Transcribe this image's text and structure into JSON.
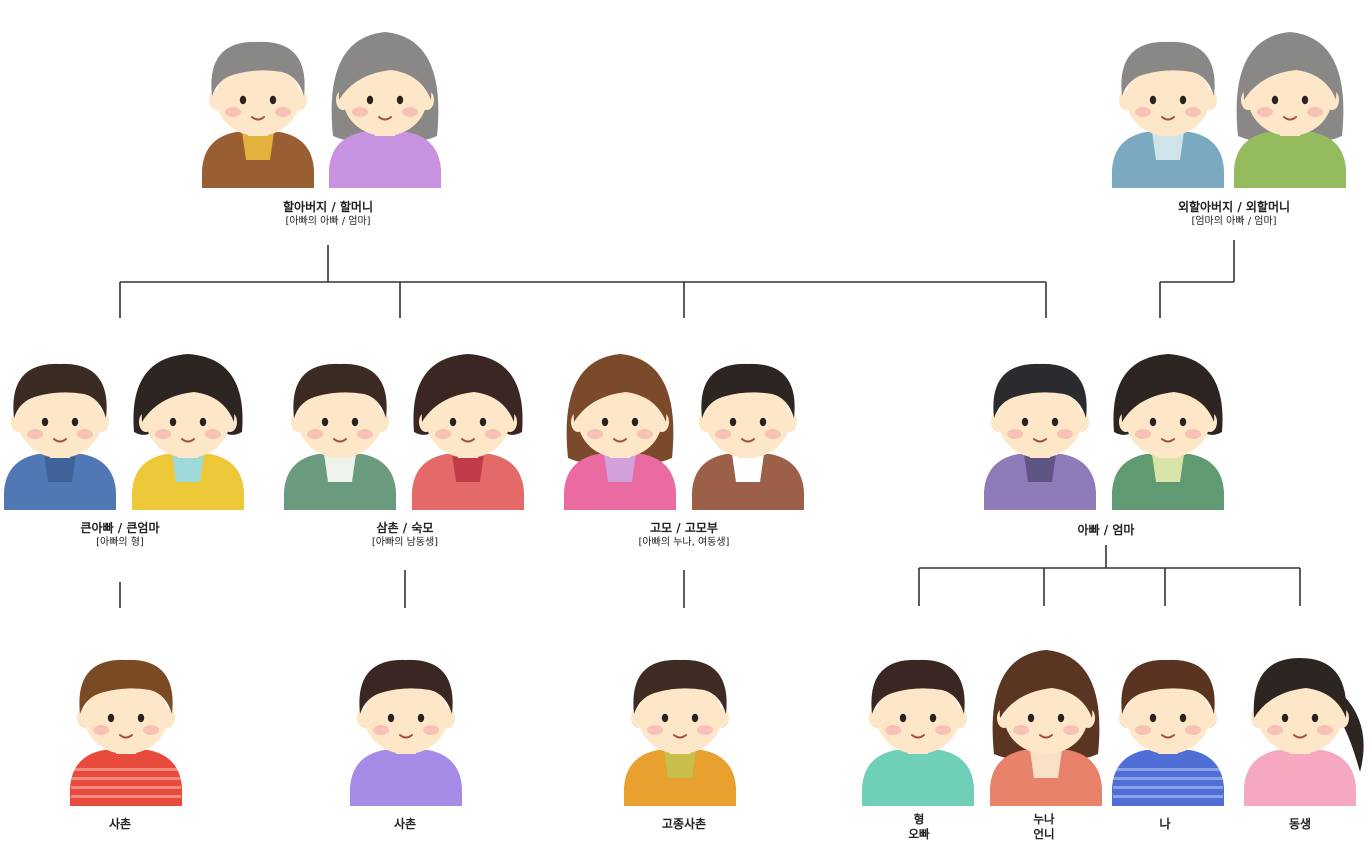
{
  "palette": {
    "skin": "#fde7c8",
    "cheek": "#f6b8b0",
    "eye": "#2a2220",
    "line": "#333333"
  },
  "people": [
    {
      "id": "grandfather",
      "hair": "#8a8886",
      "shirt": "#9a5e34",
      "collar": "#e2b23c",
      "style": "short"
    },
    {
      "id": "grandmother",
      "hair": "#8a8886",
      "shirt": "#c793e0",
      "collar": null,
      "style": "long"
    },
    {
      "id": "maternal-grandfather",
      "hair": "#8a8886",
      "shirt": "#7aa9c0",
      "collar": "#cfe3ea",
      "style": "short"
    },
    {
      "id": "maternal-grandmother",
      "hair": "#8a8886",
      "shirt": "#94bb5e",
      "collar": null,
      "style": "long"
    },
    {
      "id": "big-uncle",
      "hair": "#3a2a22",
      "shirt": "#4f78b5",
      "collar": "#3f629a",
      "style": "short"
    },
    {
      "id": "big-aunt",
      "hair": "#2c2522",
      "shirt": "#edc93a",
      "collar": "#9fd9d9",
      "style": "bob"
    },
    {
      "id": "uncle",
      "hair": "#3a2a22",
      "shirt": "#6a9b7e",
      "collar": "#eef2ec",
      "style": "short"
    },
    {
      "id": "aunt-by-marriage",
      "hair": "#3a2622",
      "shirt": "#e46a6a",
      "collar": "#c23b48",
      "style": "bob"
    },
    {
      "id": "paternal-aunt",
      "hair": "#7a4a2a",
      "shirt": "#ea6aa2",
      "collar": "#d3a0dc",
      "style": "long"
    },
    {
      "id": "paternal-aunt-husband",
      "hair": "#2c2522",
      "shirt": "#9c6048",
      "collar": "#ffffff",
      "style": "short"
    },
    {
      "id": "father",
      "hair": "#2b2b2f",
      "shirt": "#8f7bb8",
      "collar": "#5e5582",
      "style": "short"
    },
    {
      "id": "mother",
      "hair": "#2c2522",
      "shirt": "#5f9a72",
      "collar": "#d8e4a8",
      "style": "bob"
    },
    {
      "id": "cousin-1",
      "hair": "#7a4a24",
      "shirt": "#e84a3c",
      "collar": null,
      "style": "kid",
      "stripes": true
    },
    {
      "id": "cousin-2",
      "hair": "#3a2622",
      "shirt": "#a58ae6",
      "collar": null,
      "style": "kid"
    },
    {
      "id": "cousin-3",
      "hair": "#3e2b22",
      "shirt": "#e8a02e",
      "collar": "#c7bf4a",
      "style": "kid"
    },
    {
      "id": "older-brother",
      "hair": "#3a2622",
      "shirt": "#6fcfb8",
      "collar": null,
      "style": "kid"
    },
    {
      "id": "older-sister",
      "hair": "#5a3622",
      "shirt": "#e8826a",
      "collar": "#fbe0c8",
      "style": "long"
    },
    {
      "id": "me",
      "hair": "#5a3420",
      "shirt": "#4f6fd6",
      "collar": null,
      "style": "kid",
      "stripes": true
    },
    {
      "id": "younger-sibling",
      "hair": "#2c2522",
      "shirt": "#f6a8c0",
      "collar": null,
      "style": "ponytail"
    }
  ],
  "labels": {
    "grandparents": {
      "main": "할아버지 / 할머니",
      "sub": "[아빠의 아빠 / 엄마]"
    },
    "maternal_grandparents": {
      "main": "외할아버지 / 외할머니",
      "sub": "[엄마의 아빠 / 엄마]"
    },
    "big_uncle": {
      "main": "큰아빠 / 큰엄마",
      "sub": "[아빠의 형]"
    },
    "uncle": {
      "main": "삼촌 / 숙모",
      "sub": "[아빠의 남동생]"
    },
    "aunt": {
      "main": "고모 / 고모부",
      "sub": "[아빠의 누나, 여동생]"
    },
    "parents": {
      "main": "아빠 / 엄마"
    },
    "cousin_1": "사촌",
    "cousin_2": "사촌",
    "cousin_3": "고종사촌",
    "older_brother": {
      "line1": "형",
      "line2": "오빠"
    },
    "older_sister": {
      "line1": "누나",
      "line2": "언니"
    },
    "me": "나",
    "younger_sibling": "동생"
  }
}
